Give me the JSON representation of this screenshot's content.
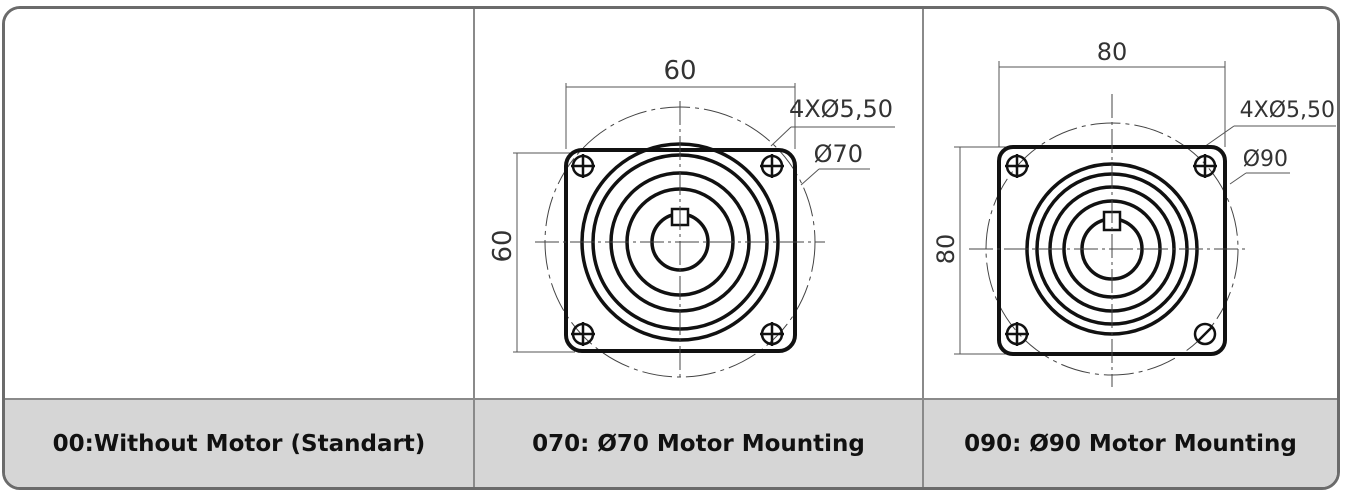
{
  "options": [
    {
      "code_label": "00:Without Motor (Standart)"
    },
    {
      "code_label": "070: Ø70 Motor Mounting",
      "drawing": {
        "width_dim": "60",
        "height_dim": "60",
        "hole_callout": "4XØ5,50",
        "circle_dim": "Ø70"
      }
    },
    {
      "code_label": "090: Ø90 Motor Mounting",
      "drawing": {
        "width_dim": "80",
        "height_dim": "80",
        "hole_callout": "4XØ5,50",
        "circle_dim": "Ø90"
      }
    }
  ]
}
